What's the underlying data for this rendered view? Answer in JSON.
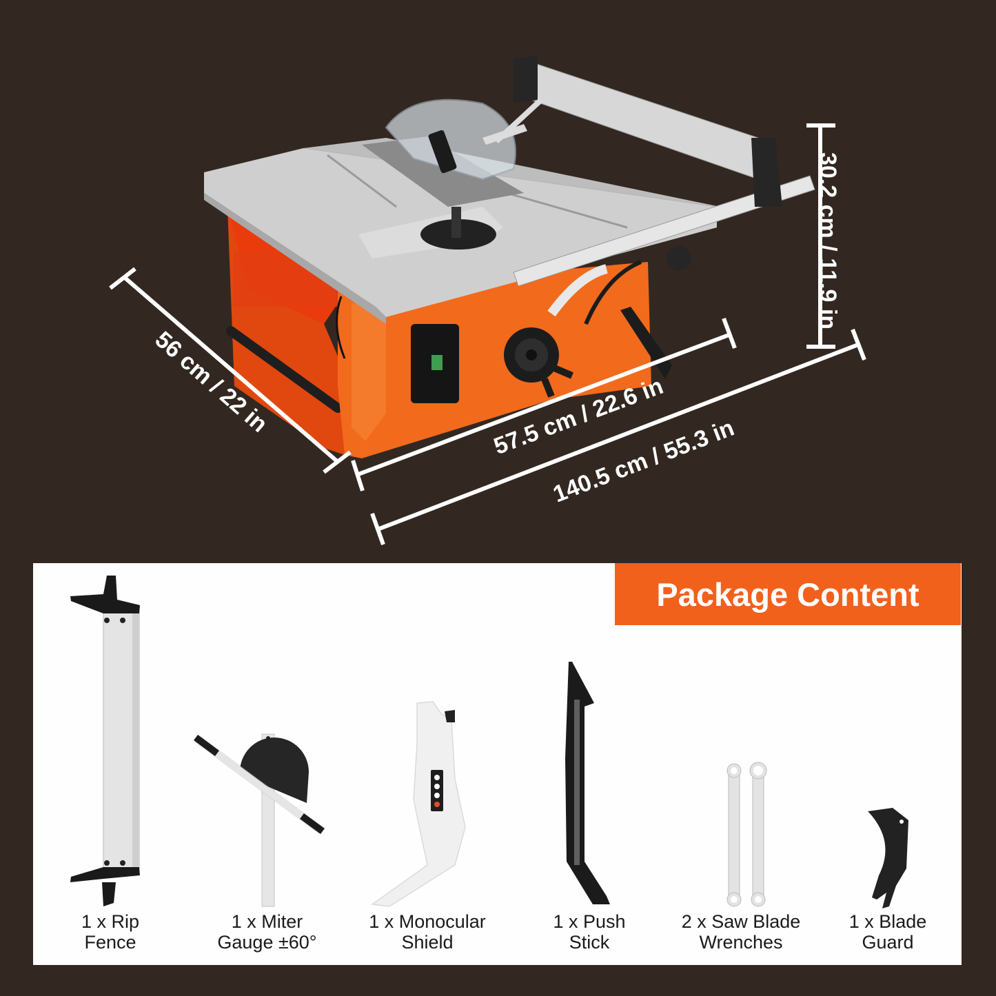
{
  "colors": {
    "background": "#322821",
    "accent_orange": "#f1611c",
    "panel": "#fefefe",
    "saw_body_orange": "#f26a1b",
    "table_top_gray": "#c9c9c9",
    "dimension_line": "#ffffff"
  },
  "product": {
    "name": "table-saw",
    "dimensions": {
      "depth_label": "56 cm / 22 in",
      "width_label": "57.5 cm / 22.6 in",
      "extended_width_label": "140.5 cm / 55.3 in",
      "height_label": "30.2 cm / 11.9 in"
    }
  },
  "package": {
    "title": "Package Content",
    "items": [
      {
        "line1": "1 x Rip",
        "line2": "Fence"
      },
      {
        "line1": "1 x Miter",
        "line2": "Gauge ±60°"
      },
      {
        "line1": "1 x Monocular",
        "line2": "Shield"
      },
      {
        "line1": "1 x Push",
        "line2": "Stick"
      },
      {
        "line1": "2 x Saw Blade",
        "line2": "Wrenches"
      },
      {
        "line1": "1 x Blade",
        "line2": "Guard"
      }
    ]
  }
}
